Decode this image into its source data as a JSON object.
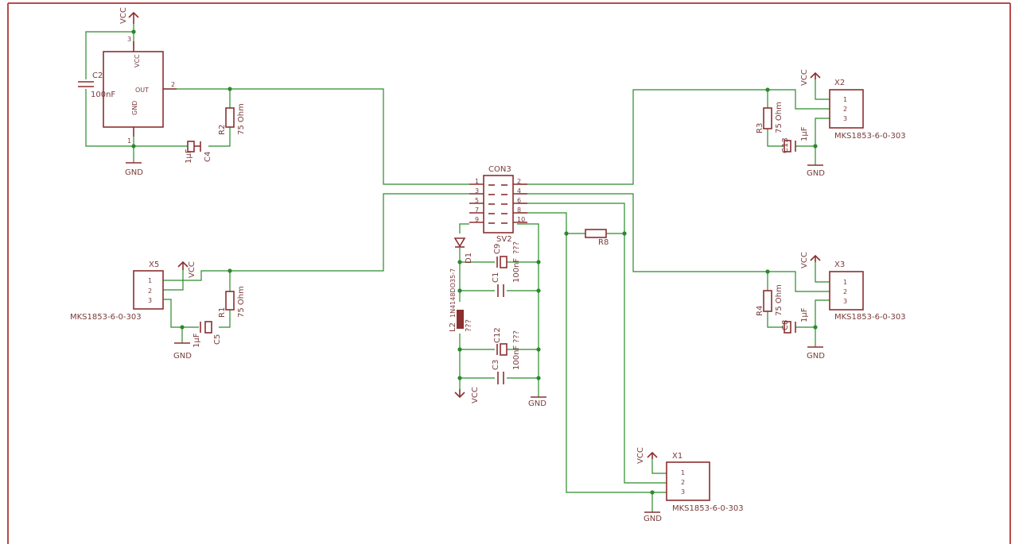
{
  "regulator": {
    "pin_vcc": "VCC",
    "pin_out": "OUT",
    "pin_gnd": "GND",
    "pin_num_in": "3",
    "pin_num_out": "2",
    "pin_num_gnd": "1"
  },
  "supply": {
    "vcc": "VCC",
    "gnd": "GND"
  },
  "connector": {
    "name": "CON3",
    "ref": "SV2",
    "pins_left": [
      "1",
      "3",
      "5",
      "7",
      "9"
    ],
    "pins_right": [
      "2",
      "4",
      "6",
      "8",
      "10"
    ]
  },
  "parts": {
    "C2": {
      "ref": "C2",
      "value": "100nF"
    },
    "C4": {
      "ref": "C4",
      "value": "1µF"
    },
    "R2": {
      "ref": "R2",
      "value": "75 Ohm"
    },
    "R1": {
      "ref": "R1",
      "value": "75 Ohm"
    },
    "C5": {
      "ref": "C5",
      "value": "1µF"
    },
    "R3": {
      "ref": "R3",
      "value": "75 Ohm"
    },
    "C13": {
      "ref": "C13",
      "value": "1µF"
    },
    "R4": {
      "ref": "R4",
      "value": "75 Ohm"
    },
    "C8": {
      "ref": "C8",
      "value": "1µF"
    },
    "R8": {
      "ref": "R8"
    },
    "D1": {
      "ref": "D1",
      "value": "1N4148DO35-7"
    },
    "C9": {
      "ref": "C9",
      "value": "???"
    },
    "C1": {
      "ref": "C1",
      "value": "100nF"
    },
    "L2": {
      "ref": "L2",
      "value": "???"
    },
    "C12": {
      "ref": "C12",
      "value": "???"
    },
    "C3": {
      "ref": "C3",
      "value": "100nF"
    }
  },
  "jacks": {
    "X1": {
      "ref": "X1",
      "value": "MKS1853-6-0-303"
    },
    "X2": {
      "ref": "X2",
      "value": "MKS1853-6-0-303"
    },
    "X3": {
      "ref": "X3",
      "value": "MKS1853-6-0-303"
    },
    "X5": {
      "ref": "X5",
      "value": "MKS1853-6-0-303"
    },
    "pin1": "1",
    "pin2": "2",
    "pin3": "3"
  },
  "colors": {
    "wire": "#2a8a2a",
    "symbol": "#8b2f2f",
    "frame": "#b84a4a",
    "background": "#ffffff"
  }
}
